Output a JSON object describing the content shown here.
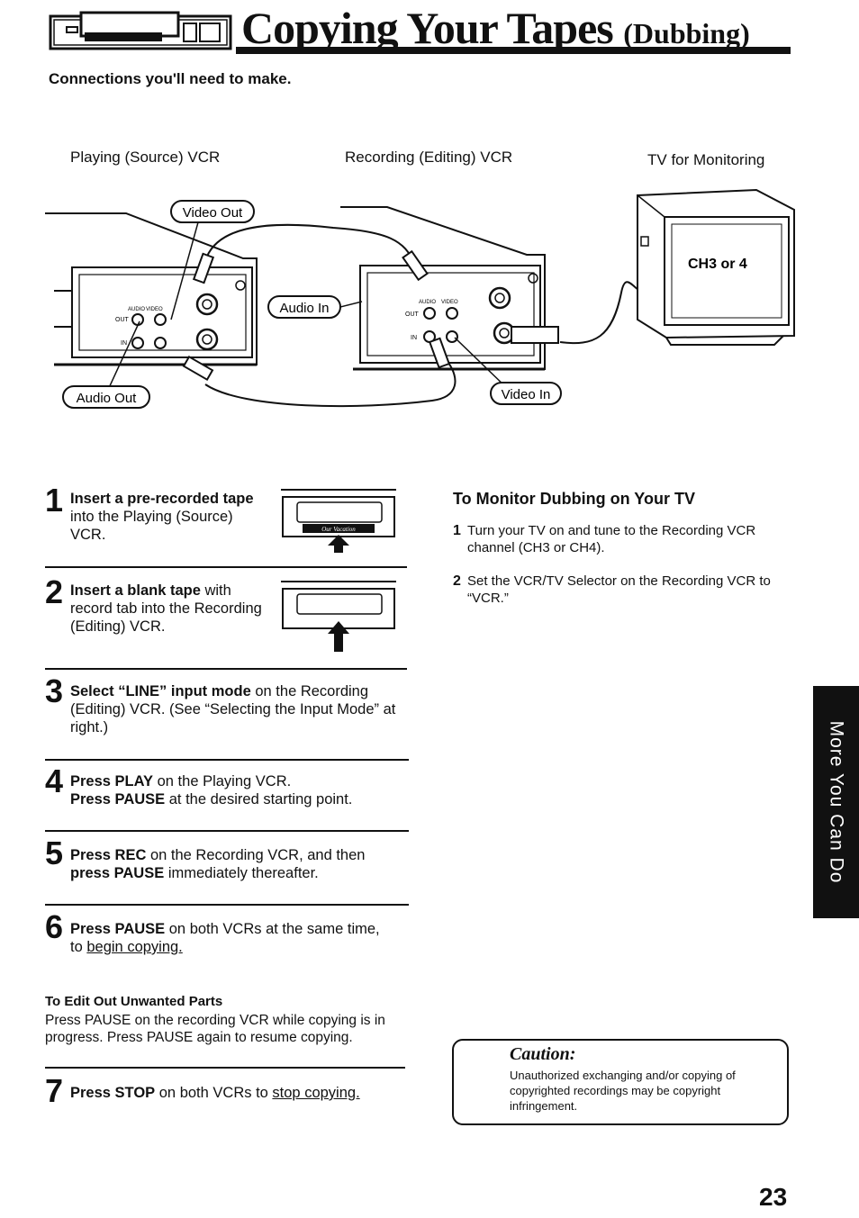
{
  "header": {
    "title_main": "Copying Your Tapes",
    "title_sub": "(Dubbing)",
    "subtitle": "Connections you'll need to make."
  },
  "diagram": {
    "label_source": "Playing (Source) VCR",
    "label_recording": "Recording (Editing) VCR",
    "label_tv": "TV for Monitoring",
    "callout_video_out": "Video Out",
    "callout_audio_in": "Audio In",
    "callout_audio_out": "Audio Out",
    "callout_video_in": "Video In",
    "tv_screen_text": "CH3 or 4",
    "jack_out": "OUT",
    "jack_in": "IN",
    "jack_audio": "AUDIO",
    "jack_video": "VIDEO"
  },
  "steps": [
    {
      "number": "1",
      "bold": "Insert a pre-recorded tape",
      "rest": " into the Playing (Source) VCR."
    },
    {
      "number": "2",
      "bold": "Insert a blank tape",
      "rest": " with record tab into the Recording (Editing) VCR."
    },
    {
      "number": "3",
      "bold": "Select “LINE” input mode",
      "rest": " on the Recording (Editing) VCR. (See “Selecting the Input Mode” at right.)"
    },
    {
      "number": "4",
      "bold1": "Press PLAY",
      "rest1": " on the Playing VCR.",
      "bold2": "Press PAUSE",
      "rest2": " at the desired starting point."
    },
    {
      "number": "5",
      "bold1": "Press REC",
      "rest1": " on the Recording VCR, and then",
      "bold2": "press PAUSE",
      "rest2": " immediately thereafter."
    },
    {
      "number": "6",
      "bold": "Press PAUSE",
      "rest": " on both VCRs at the same time, to ",
      "underlined": "begin copying."
    },
    {
      "number": "7",
      "bold": "Press STOP",
      "rest": " on both VCRs to ",
      "underlined": "stop copying."
    }
  ],
  "cassette_label": "Our Vacation",
  "edit": {
    "title": "To Edit Out Unwanted Parts",
    "text": "Press PAUSE on the recording VCR while copying is in progress. Press PAUSE again to resume copying."
  },
  "monitor": {
    "title": "To Monitor Dubbing on Your TV",
    "items": [
      {
        "n": "1",
        "text": "Turn your TV on and tune to the Recording VCR channel (CH3 or CH4)."
      },
      {
        "n": "2",
        "text": "Set the VCR/TV Selector on the Recording VCR to “VCR.”"
      }
    ]
  },
  "caution": {
    "title": "Caution:",
    "text": "Unauthorized exchanging and/or copying of copyrighted recordings may be copyright infringement."
  },
  "side_tab": "More You Can Do",
  "page_number": "23"
}
